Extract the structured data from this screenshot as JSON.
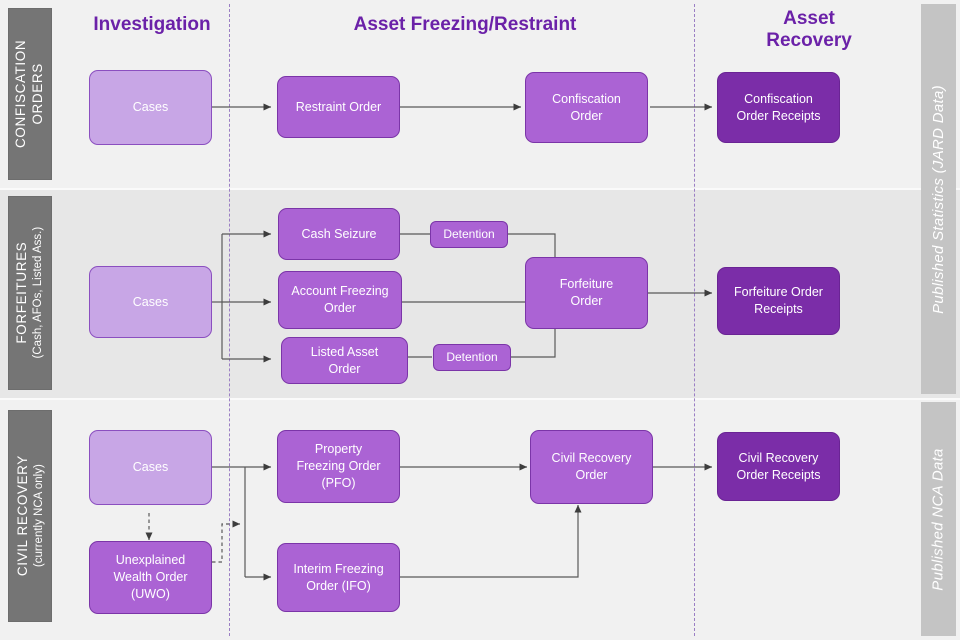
{
  "colors": {
    "header_purple": "#6b21a8",
    "node_light": "#c8a6e6",
    "node_mid": "#ab63d4",
    "node_dark": "#7b2da8",
    "sidebar_gray": "#757575",
    "datasource_gray": "#c4c4c4",
    "band_light": "#f1f1f1",
    "band_dark": "#e7e7e7",
    "divider": "#9b7fc4"
  },
  "columns": [
    {
      "id": "investigation",
      "label": "Investigation"
    },
    {
      "id": "asset-freezing-restraint",
      "label": "Asset Freezing/Restraint"
    },
    {
      "id": "asset-recovery",
      "label": "Asset\nRecovery",
      "line1": "Asset",
      "line2": "Recovery"
    }
  ],
  "rows": [
    {
      "id": "confiscation-orders",
      "title": "CONFISCATION ORDERS",
      "title_line1": "CONFISCATION",
      "title_line2": "ORDERS",
      "subtitle": ""
    },
    {
      "id": "forfeitures",
      "title": "FORFEITURES",
      "title_line1": "FORFEITURES",
      "subtitle": "(Cash, AFOs, Listed Ass.)"
    },
    {
      "id": "civil-recovery",
      "title": "CIVIL RECOVERY",
      "title_line1": "CIVIL RECOVERY",
      "subtitle": "(currently NCA only)"
    }
  ],
  "data_sources": [
    {
      "id": "jard",
      "label": "Published Statistics (JARD Data)"
    },
    {
      "id": "nca",
      "label": "Published NCA Data"
    }
  ],
  "nodes": {
    "cases_confiscation": "Cases",
    "restraint_order": "Restraint Order",
    "confiscation_order_l1": "Confiscation",
    "confiscation_order_l2": "Order",
    "confiscation_receipts_l1": "Confiscation",
    "confiscation_receipts_l2": "Order Receipts",
    "cases_forfeitures": "Cases",
    "cash_seizure": "Cash Seizure",
    "detention_top": "Detention",
    "account_freezing_l1": "Account Freezing",
    "account_freezing_l2": "Order",
    "listed_asset_l1": "Listed Asset",
    "listed_asset_l2": "Order",
    "detention_bottom": "Detention",
    "forfeiture_order_l1": "Forfeiture",
    "forfeiture_order_l2": "Order",
    "forfeiture_receipts_l1": "Forfeiture Order",
    "forfeiture_receipts_l2": "Receipts",
    "cases_civil": "Cases",
    "uwo_l1": "Unexplained",
    "uwo_l2": "Wealth Order",
    "uwo_l3": "(UWO)",
    "pfo_l1": "Property",
    "pfo_l2": "Freezing Order",
    "pfo_l3": "(PFO)",
    "ifo_l1": "Interim Freezing",
    "ifo_l2": "Order (IFO)",
    "civil_recovery_order_l1": "Civil Recovery",
    "civil_recovery_order_l2": "Order",
    "civil_recovery_receipts_l1": "Civil Recovery",
    "civil_recovery_receipts_l2": "Order Receipts"
  }
}
